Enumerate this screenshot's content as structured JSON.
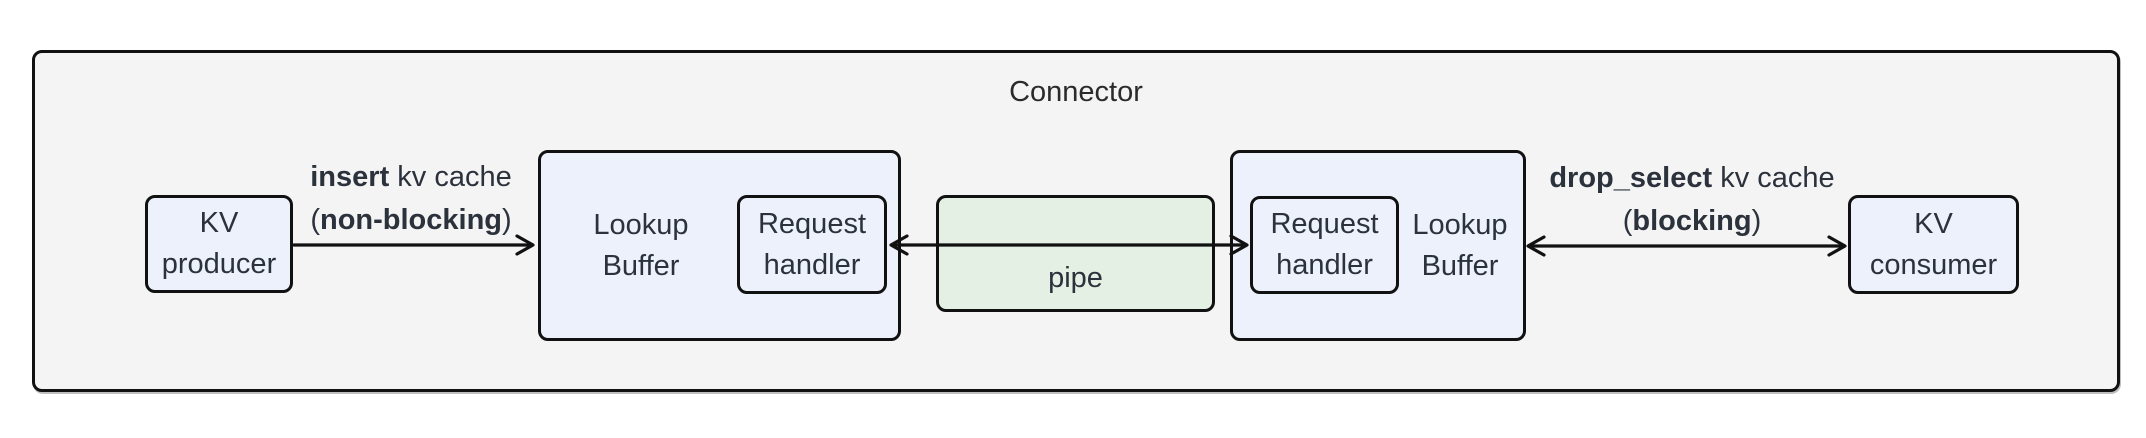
{
  "colors": {
    "background": "#ffffff",
    "container_fill": "#f4f4f4",
    "node_fill": "#edf1fb",
    "pipe_fill": "#e3f0e3",
    "border": "#111111",
    "text": "#2b323c"
  },
  "connector": {
    "title": "Connector",
    "kv_producer": "KV\nproducer",
    "lookup_buffer_left": "Lookup\nBuffer",
    "request_handler_left": "Request\nhandler",
    "pipe": "pipe",
    "request_handler_right": "Request\nhandler",
    "lookup_buffer_right": "Lookup\nBuffer",
    "kv_consumer": "KV\nconsumer",
    "insert_edge": {
      "bold1": "insert",
      "rest1": " kv cache",
      "pre2": "(",
      "bold2": "non-blocking",
      "post2": ")"
    },
    "drop_select_edge": {
      "bold1": "drop_select",
      "rest1": " kv cache",
      "pre2": "(",
      "bold2": "blocking",
      "post2": ")"
    }
  }
}
